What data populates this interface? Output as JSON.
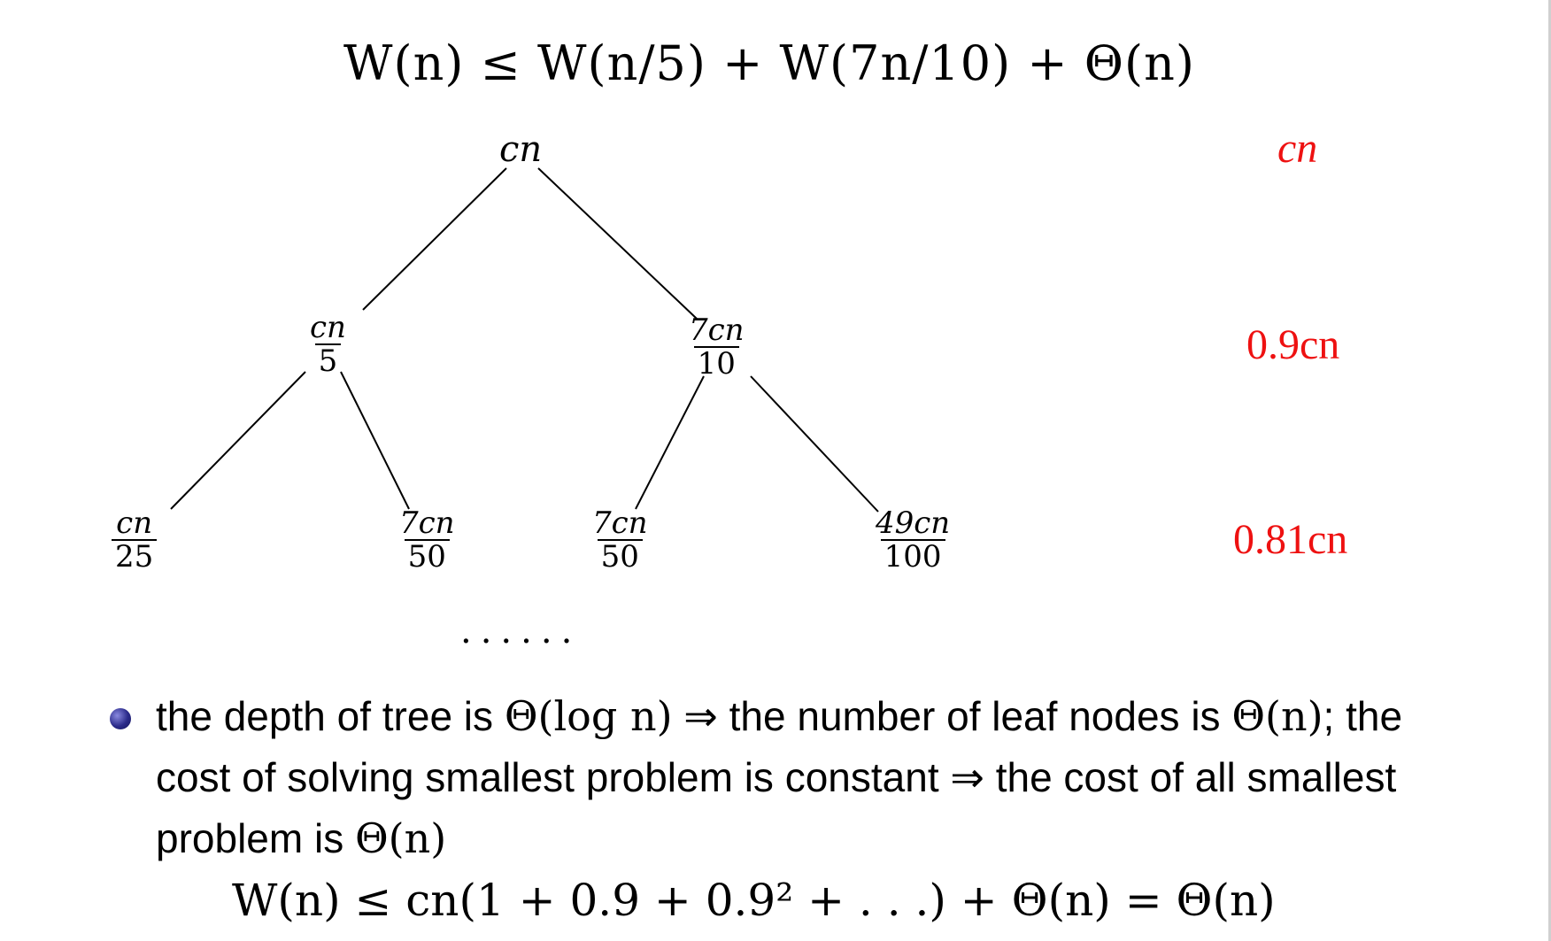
{
  "recurrence": "W(n) ≤ W(n/5) + W(7n/10) + Θ(n)",
  "tree": {
    "root": "cn",
    "level1": [
      {
        "num": "cn",
        "den": "5"
      },
      {
        "num": "7cn",
        "den": "10"
      }
    ],
    "level2": [
      {
        "num": "cn",
        "den": "25"
      },
      {
        "num": "7cn",
        "den": "50"
      },
      {
        "num": "7cn",
        "den": "50"
      },
      {
        "num": "49cn",
        "den": "100"
      }
    ],
    "ellipsis": "......"
  },
  "level_costs": [
    "cn",
    "0.9cn",
    "0.81cn"
  ],
  "bullet": {
    "t1": "the depth of tree is ",
    "m1": "Θ(log n)",
    "t2": " ⇒ the number of leaf nodes is ",
    "m2": "Θ(n)",
    "t3": "; the cost of solving smallest problem is constant ⇒ the cost of all smallest problem is ",
    "m3": "Θ(n)"
  },
  "final_equation": "W(n) ≤ cn(1 + 0.9 + 0.9² + . . .) + Θ(n) = Θ(n)",
  "colors": {
    "cost": "#ee1111",
    "bullet": "#2a2a8a"
  }
}
